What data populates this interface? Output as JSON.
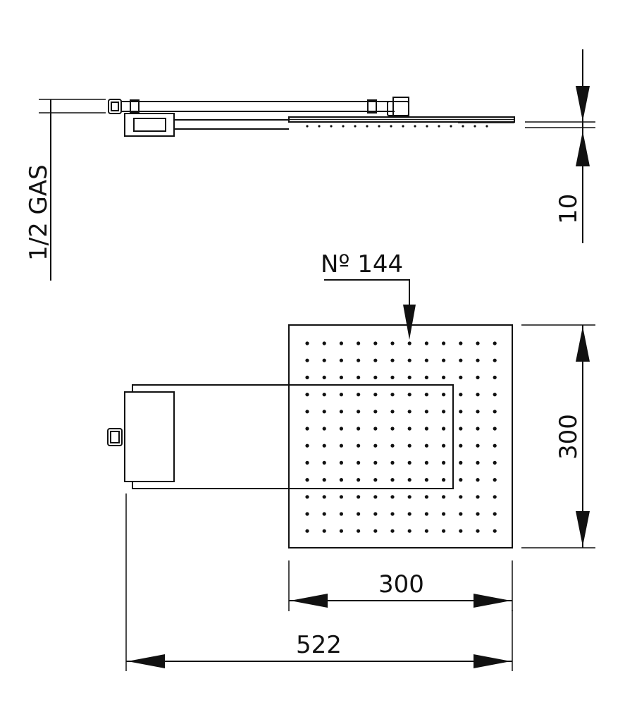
{
  "labels": {
    "thread": "1/2 GAS",
    "thickness": "10",
    "nozzles": "Nº 144",
    "height": "300",
    "width": "300",
    "total_length": "522"
  },
  "nozzle_grid": {
    "rows": 12,
    "cols": 12
  },
  "colors": {
    "line": "#111111",
    "background": "#ffffff"
  }
}
